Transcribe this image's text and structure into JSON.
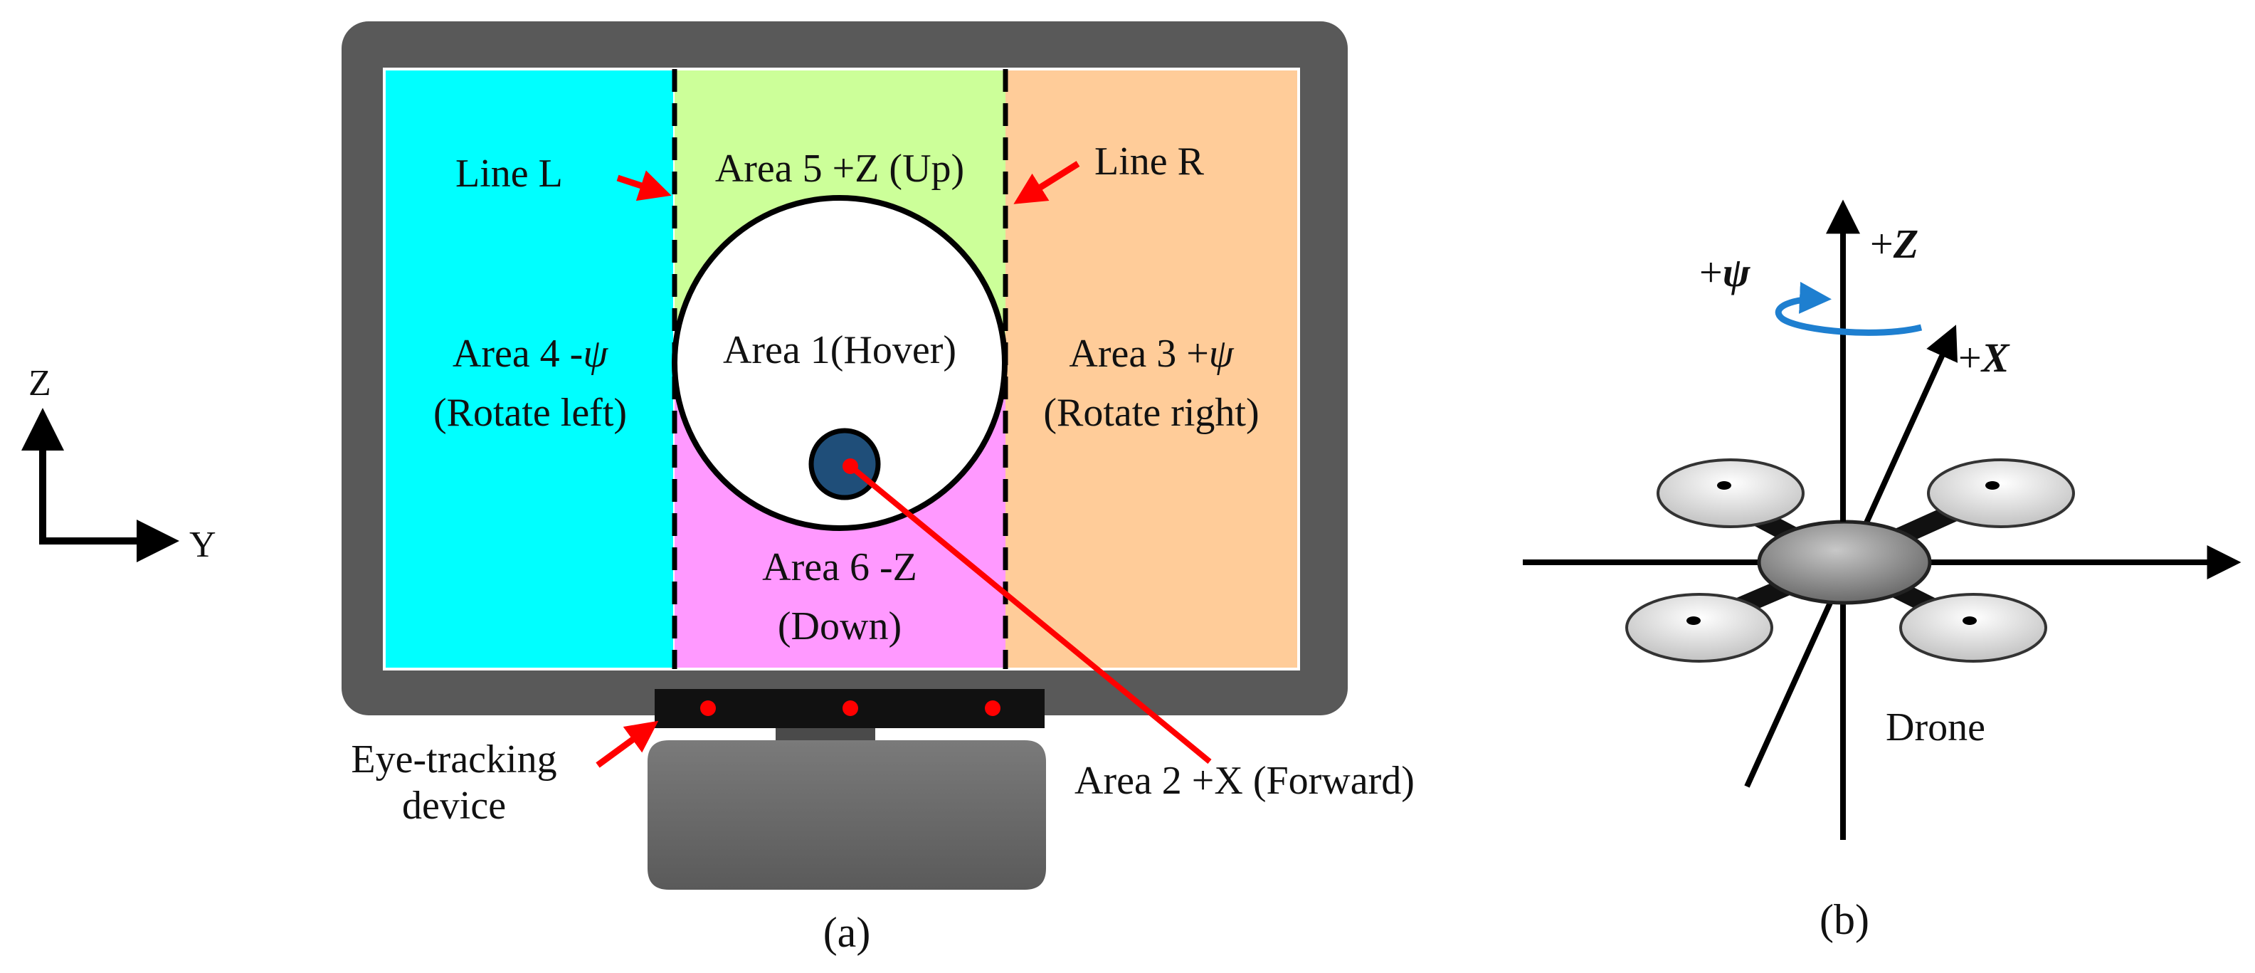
{
  "panel_a": {
    "caption": "(a)",
    "coord_axes": {
      "z_label": "Z",
      "y_label": "Y"
    },
    "screen_areas": {
      "area4": {
        "line1": "Area 4 -ψ",
        "line2": "(Rotate left)",
        "color": "#00FFFF"
      },
      "area5": {
        "line1": "Area 5 +Z (Up)",
        "color": "#CCFF99"
      },
      "area1": {
        "line1": "Area 1(Hover)",
        "color": "#FFFFFF"
      },
      "area6": {
        "line1": "Area 6 -Z",
        "line2": "(Down)",
        "color": "#FF99FF"
      },
      "area3": {
        "line1": "Area 3 +ψ",
        "line2": "(Rotate right)",
        "color": "#FFCC99"
      },
      "area2": {
        "line1": "Area 2 +X (Forward)",
        "marker_color": "#1F4E79"
      }
    },
    "line_labels": {
      "left": "Line L",
      "right": "Line R"
    },
    "eye_tracker": {
      "line1": "Eye-tracking",
      "line2": "device"
    },
    "colors": {
      "monitor_bezel": "#595959",
      "stand": "#6E6E6E",
      "arrow": "#FF0000",
      "tracker_bar": "#111111",
      "tracker_led": "#FF0000"
    }
  },
  "panel_b": {
    "caption": "(b)",
    "axes": {
      "z_label": "+Z",
      "x_label": "+X",
      "psi_label": "+ψ"
    },
    "drone_label": "Drone",
    "colors": {
      "rotation_arrow": "#1E7FD0",
      "drone_body": "#808080",
      "rotor": "#F2F2F2"
    }
  }
}
